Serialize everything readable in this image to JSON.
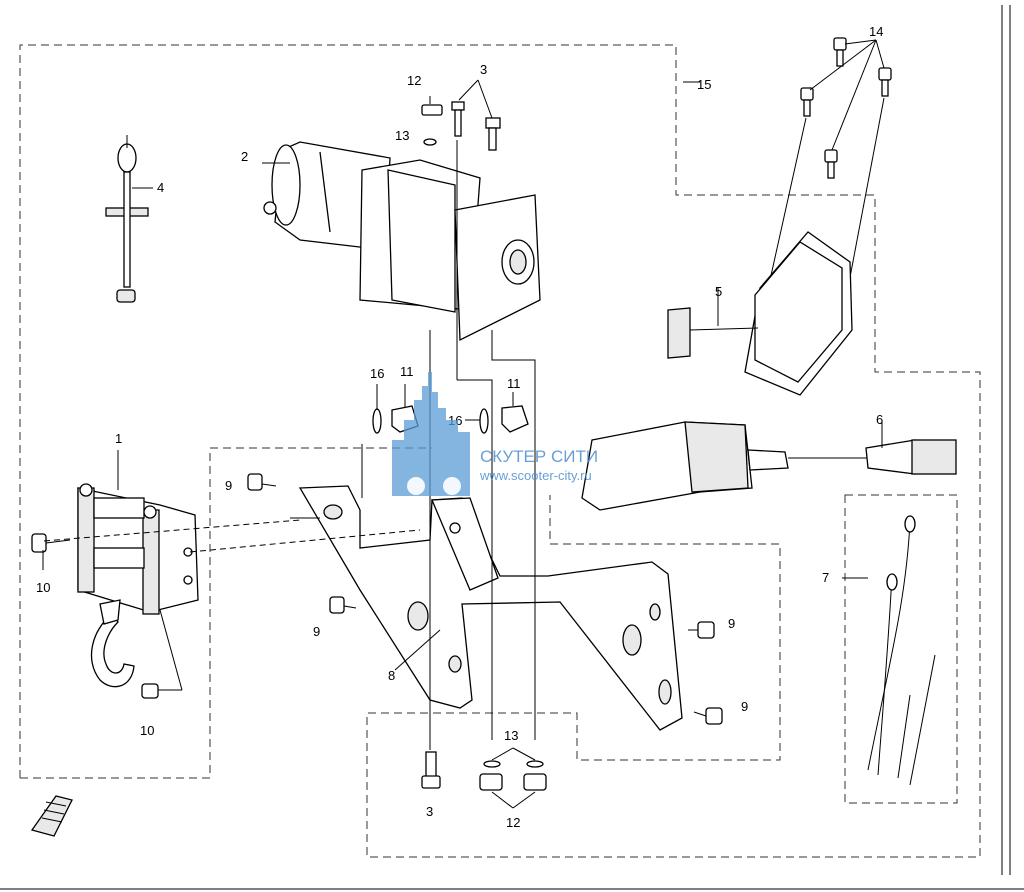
{
  "callouts": {
    "c1": "1",
    "c2": "2",
    "c3a": "3",
    "c3b": "3",
    "c4": "4",
    "c5": "5",
    "c6": "6",
    "c7": "7",
    "c8": "8",
    "c9a": "9",
    "c9b": "9",
    "c9c": "9",
    "c9d": "9",
    "c10a": "10",
    "c10b": "10",
    "c11a": "11",
    "c11b": "11",
    "c12a": "12",
    "c12b": "12",
    "c13a": "13",
    "c13b": "13",
    "c14": "14",
    "c15": "15",
    "c16a": "16",
    "c16b": "16"
  },
  "watermark": {
    "title": "СКУТЕР СИТИ",
    "url": "www.scooter-city.ru"
  }
}
